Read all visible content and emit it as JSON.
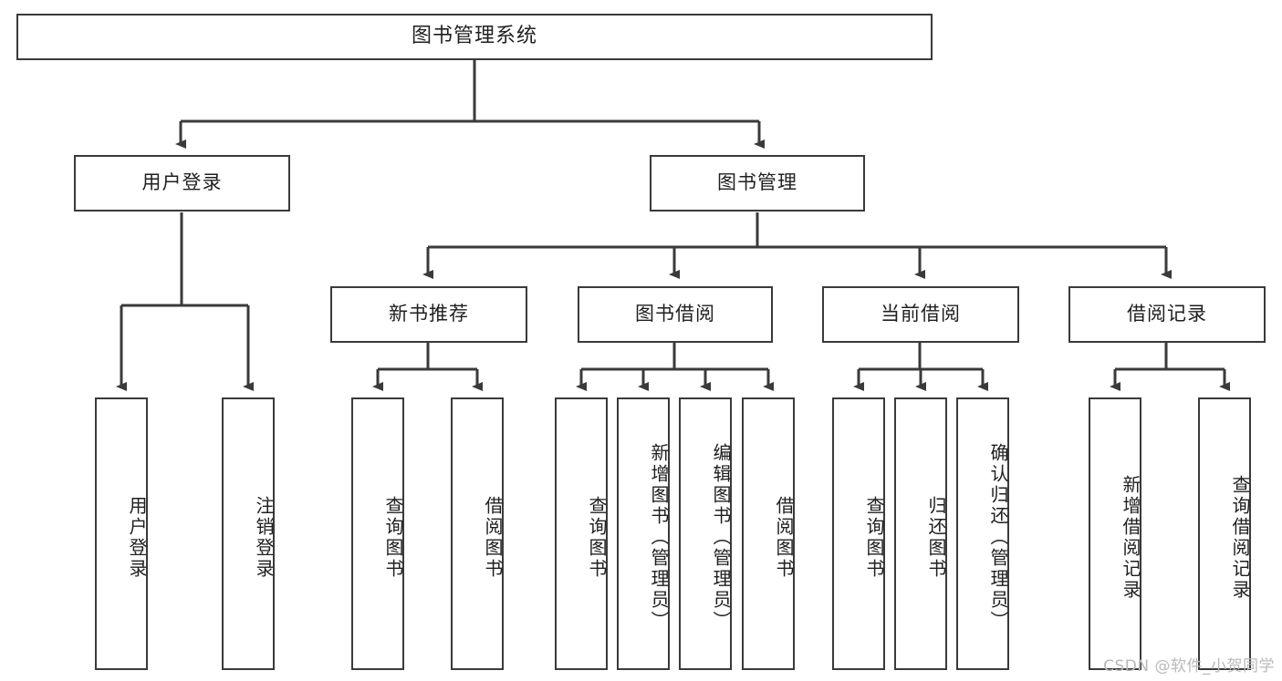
{
  "diagram": {
    "type": "tree",
    "title": "图书管理系统",
    "root": {
      "id": "root",
      "label": "图书管理系统"
    },
    "level2": [
      {
        "id": "user-login",
        "label": "用户登录"
      },
      {
        "id": "book-manage",
        "label": "图书管理"
      }
    ],
    "level3": [
      {
        "id": "new-book-rec",
        "label": "新书推荐",
        "parent": "book-manage"
      },
      {
        "id": "book-borrow",
        "label": "图书借阅",
        "parent": "book-manage"
      },
      {
        "id": "current-borrow",
        "label": "当前借阅",
        "parent": "book-manage"
      },
      {
        "id": "borrow-record",
        "label": "借阅记录",
        "parent": "book-manage"
      }
    ],
    "leaves": [
      {
        "id": "leaf-user-login",
        "label": "用户登录",
        "parent": "user-login"
      },
      {
        "id": "leaf-logout-login",
        "label": "注销登录",
        "parent": "user-login"
      },
      {
        "id": "leaf-query-book-1",
        "label": "查询图书",
        "parent": "new-book-rec"
      },
      {
        "id": "leaf-borrow-book-1",
        "label": "借阅图书",
        "parent": "new-book-rec"
      },
      {
        "id": "leaf-query-book-2",
        "label": "查询图书",
        "parent": "book-borrow"
      },
      {
        "id": "leaf-add-book",
        "label": "新增图书（管理员）",
        "parent": "book-borrow"
      },
      {
        "id": "leaf-edit-book",
        "label": "编辑图书（管理员）",
        "parent": "book-borrow"
      },
      {
        "id": "leaf-borrow-book-2",
        "label": "借阅图书",
        "parent": "book-borrow"
      },
      {
        "id": "leaf-query-book-3",
        "label": "查询图书",
        "parent": "current-borrow"
      },
      {
        "id": "leaf-return-book",
        "label": "归还图书",
        "parent": "current-borrow"
      },
      {
        "id": "leaf-confirm-return",
        "label": "确认归还（管理员）",
        "parent": "current-borrow"
      },
      {
        "id": "leaf-add-record",
        "label": "新增借阅记录",
        "parent": "borrow-record"
      },
      {
        "id": "leaf-query-record",
        "label": "查询借阅记录",
        "parent": "borrow-record"
      }
    ]
  },
  "watermark": {
    "text": "CSDN @软件_小贺同学"
  },
  "colors": {
    "stroke": "#3a3a3a",
    "node_fill": "#ffffff",
    "text": "#1f1f1f",
    "watermark": "#b9b9b9",
    "background": "#ffffff"
  }
}
